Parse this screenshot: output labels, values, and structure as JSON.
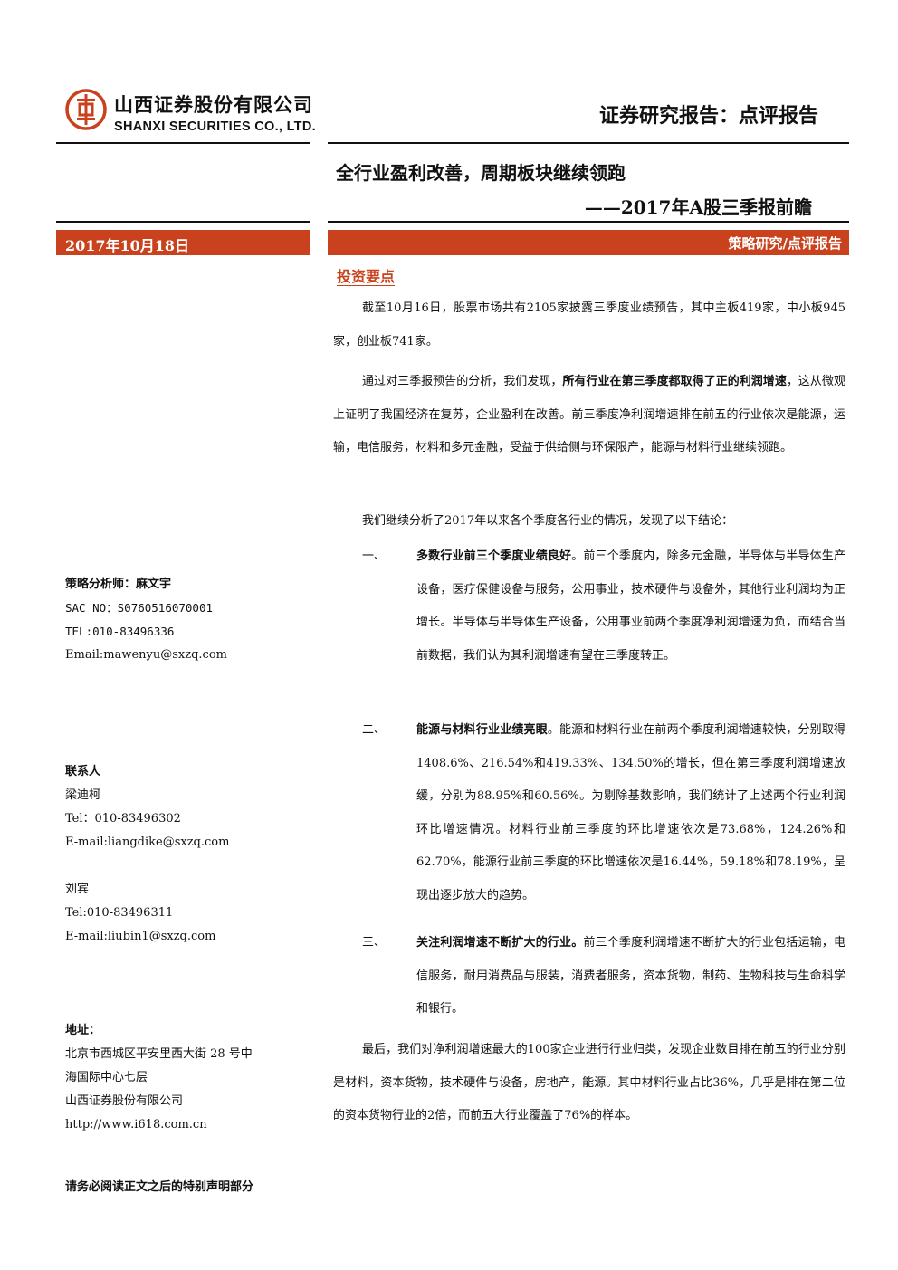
{
  "header": {
    "company_cn": "山西证券股份有限公司",
    "company_en": "SHANXI SECURITIES CO., LTD.",
    "report_type": "证券研究报告：点评报告",
    "brand_color": "#c9411d"
  },
  "title": {
    "main": "全行业盈利改善，周期板块继续领跑",
    "sub": "——2017年A股三季报前瞻"
  },
  "bar": {
    "date": "2017年10月18日",
    "category": "策略研究/点评报告"
  },
  "sidebar": {
    "analyst_label": "策略分析师：麻文宇",
    "sac_no": "SAC NO：S0760516070001",
    "tel": "TEL:010-83496336",
    "email": "Email:mawenyu@sxzq.com",
    "contacts_label": "联系人",
    "contact1_name": "梁迪柯",
    "contact1_tel": "Tel：010-83496302",
    "contact1_email": "E-mail:liangdike@sxzq.com",
    "contact2_name": "刘宾",
    "contact2_tel": "Tel:010-83496311",
    "contact2_email": "E-mail:liubin1@sxzq.com",
    "address_label": "地址：",
    "address_line1": "北京市西城区平安里西大街 28 号中",
    "address_line2": "海国际中心七层",
    "address_line3": "山西证券股份有限公司",
    "website": "http://www.i618.com.cn"
  },
  "body": {
    "section_title": "投资要点",
    "p1": "截至10月16日，股票市场共有2105家披露三季度业绩预告，其中主板419家，中小板945家，创业板741家。",
    "p2_pre": "通过对三季报预告的分析，我们发现，",
    "p2_bold": "所有行业在第三季度都取得了正的利润增速",
    "p2_post": "，这从微观上证明了我国经济在复苏，企业盈利在改善。前三季度净利润增速排在前五的行业依次是能源，运输，电信服务，材料和多元金融，受益于供给侧与环保限产，能源与材料行业继续领跑。",
    "p3": "我们继续分析了2017年以来各个季度各行业的情况，发现了以下结论：",
    "items": [
      {
        "num": "一、",
        "bold": "多数行业前三个季度业绩良好",
        "text": "。前三个季度内，除多元金融，半导体与半导体生产设备，医疗保健设备与服务，公用事业，技术硬件与设备外，其他行业利润均为正增长。半导体与半导体生产设备，公用事业前两个季度净利润增速为负，而结合当前数据，我们认为其利润增速有望在三季度转正。"
      },
      {
        "num": "二、",
        "bold": "能源与材料行业业绩亮眼",
        "text": "。能源和材料行业在前两个季度利润增速较快，分别取得1408.6%、216.54%和419.33%、134.50%的增长，但在第三季度利润增速放缓，分别为88.95%和60.56%。为剔除基数影响，我们统计了上述两个行业利润环比增速情况。材料行业前三季度的环比增速依次是73.68%，124.26%和62.70%，能源行业前三季度的环比增速依次是16.44%，59.18%和78.19%，呈现出逐步放大的趋势。"
      },
      {
        "num": "三、",
        "bold": "关注利润增速不断扩大的行业。",
        "text": "前三个季度利润增速不断扩大的行业包括运输，电信服务，耐用消费品与服装，消费者服务，资本货物，制药、生物科技与生命科学和银行。"
      }
    ],
    "p4": "最后，我们对净利润增速最大的100家企业进行行业归类，发现企业数目排在前五的行业分别是材料，资本货物，技术硬件与设备，房地产，能源。其中材料行业占比36%，几乎是排在第二位的资本货物行业的2倍，而前五大行业覆盖了76%的样本。"
  },
  "footer": {
    "notice": "请务必阅读正文之后的特别声明部分"
  }
}
